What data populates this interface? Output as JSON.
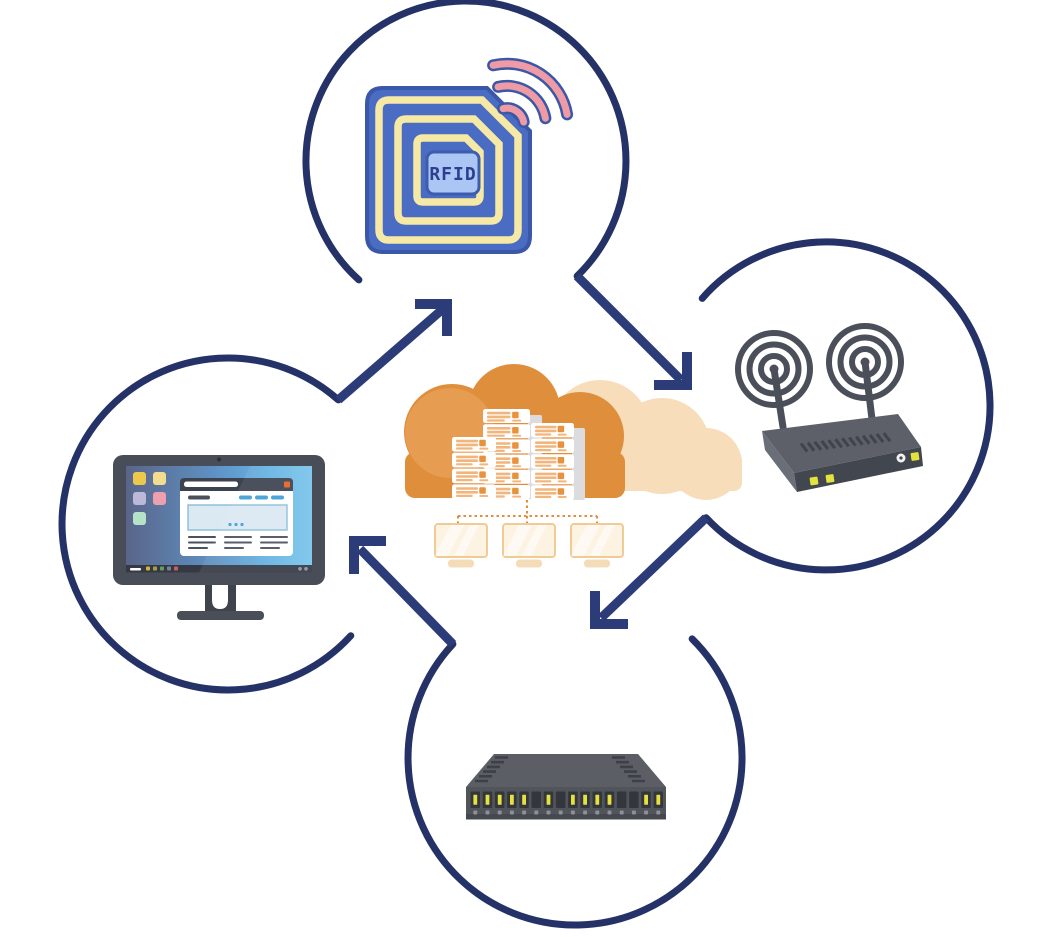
{
  "diagram": {
    "type": "cycle-diagram",
    "rfid_label": "RFID",
    "nodes": [
      {
        "id": "rfid-tag",
        "icon": "rfid-chip-icon",
        "position": "top"
      },
      {
        "id": "wireless-router",
        "icon": "router-icon",
        "position": "right"
      },
      {
        "id": "network-switch",
        "icon": "switch-icon",
        "position": "bottom"
      },
      {
        "id": "desktop-computer",
        "icon": "monitor-icon",
        "position": "left"
      },
      {
        "id": "cloud-data-center",
        "icon": "cloud-servers-icon",
        "position": "center"
      }
    ],
    "flow": [
      "desktop-computer",
      "rfid-tag",
      "wireless-router",
      "network-switch",
      "desktop-computer"
    ],
    "switch_ports": [
      1,
      1,
      1,
      1,
      1,
      0,
      1,
      0,
      1,
      1,
      1,
      1,
      0,
      0,
      1,
      1
    ],
    "colors": {
      "ring_navy": "#253267",
      "arrow_navy": "#2c3c78",
      "rfid_body_blue": "#4a6cc3",
      "rfid_border_blue": "#3b57a8",
      "rfid_coil_yellow": "#f6e9a6",
      "rfid_chip_blue": "#abc6f5",
      "rfid_text_navy": "#2c3f8f",
      "wifi_pink": "#ef9ba5",
      "cloud_orange": "#df8e3c",
      "cloud_peach": "#f8ddbb",
      "server_stripe_orange": "#f2b57c",
      "server_square_orange": "#e8923f",
      "mini_monitor_cream": "#fdf3e2",
      "device_gray_dark": "#474b54",
      "device_gray_mid": "#5d6068",
      "led_yellow": "#e3e23e",
      "screen_blue_left": "#5a6589",
      "screen_blue_right": "#79c5ec"
    }
  }
}
